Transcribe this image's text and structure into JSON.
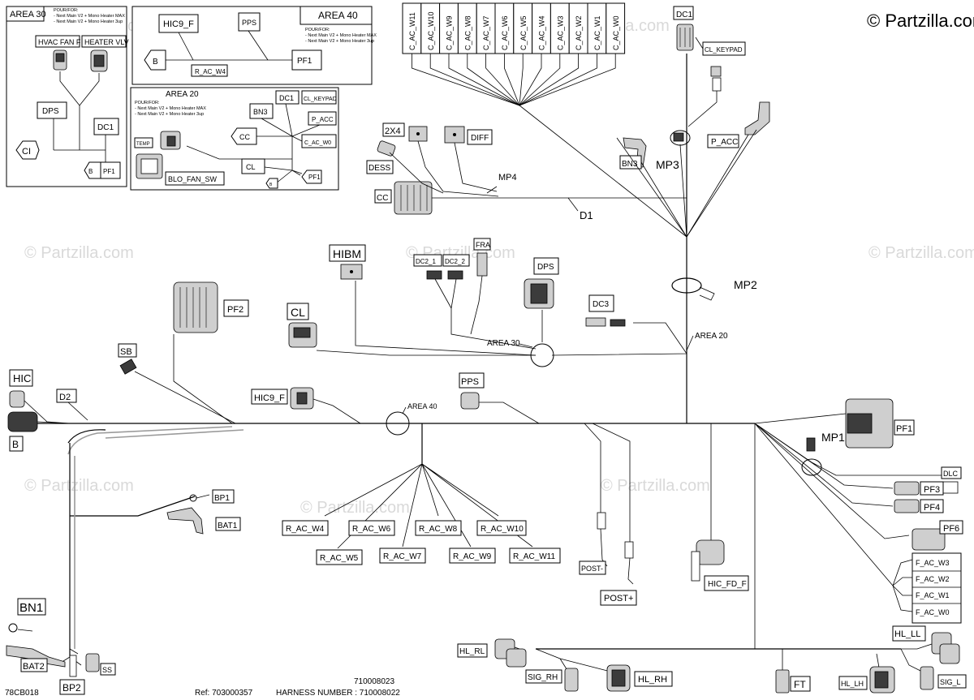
{
  "copyright": "© Partzilla.com",
  "watermark": "© Partzilla.com",
  "inset_area30": {
    "title": "AREA 30",
    "note": [
      "POUR/FOR:",
      "- Next Main V2 + Mono Heater MAX",
      "- Next Main V2 + Mono Heater 3up"
    ],
    "labels": {
      "hvac_fan": "HVAC FAN F",
      "heater_vlv": "HEATER VLV",
      "dps": "DPS",
      "dc1": "DC1",
      "ci": "CI",
      "b": "B",
      "pf1": "PF1"
    }
  },
  "inset_area40": {
    "title": "AREA 40",
    "note": [
      "POUR/FOR:",
      "- Next Main V2 + Mono Heater MAX",
      "- Next Main V2 + Mono Heater 3up"
    ],
    "labels": {
      "hic9f": "HIC9_F",
      "pps": "PPS",
      "b": "B",
      "pf1": "PF1",
      "racw4": "R_AC_W4"
    }
  },
  "inset_area20": {
    "title": "AREA 20",
    "note": [
      "POUR/FOR:",
      "- Next Main V2 + Mono Heater MAX",
      "- Next Main V2 + Mono Heater 3up"
    ],
    "labels": {
      "dc1": "DC1",
      "cl_keypad": "CL_KEYPAD",
      "bn3": "BN3",
      "p_acc": "P_ACC",
      "cc": "CC",
      "c_ac_w0": "C_AC_W0",
      "temp": "TEMP",
      "cl": "CL",
      "blo_fan_sw": "BLO_FAN_SW",
      "b": "B",
      "pf1": "PF1"
    }
  },
  "c_ac_connectors": [
    "C_AC_W11",
    "C_AC_W10",
    "C_AC_W9",
    "C_AC_W8",
    "C_AC_W7",
    "C_AC_W6",
    "C_AC_W5",
    "C_AC_W4",
    "C_AC_W3",
    "C_AC_W2",
    "C_AC_W1",
    "C_AC_W0"
  ],
  "labels": {
    "dc1": "DC1",
    "cl_keypad": "CL_KEYPAD",
    "p_acc": "P_ACC",
    "bn3": "BN3",
    "mp3": "MP3",
    "x2x4": "2X4",
    "diff": "DIFF",
    "dess": "DESS",
    "mp4": "MP4",
    "cc": "CC",
    "d1": "D1",
    "hibm": "HIBM",
    "dc2_1": "DC2_1",
    "dc2_2": "DC2_2",
    "fra": "FRA",
    "dps": "DPS",
    "mp2": "MP2",
    "pf2": "PF2",
    "cl": "CL",
    "dc3": "DC3",
    "area30": "AREA 30",
    "area20": "AREA 20",
    "sb": "SB",
    "hic": "HIC",
    "d2": "D2",
    "b": "B",
    "hic9f": "HIC9_F",
    "pps": "PPS",
    "area40": "AREA 40",
    "pf1": "PF1",
    "mp1": "MP1",
    "dlc": "DLC",
    "pf3": "PF3",
    "pf4": "PF4",
    "pf6": "PF6",
    "f_ac_w3": "F_AC_W3",
    "f_ac_w2": "F_AC_W2",
    "f_ac_w1": "F_AC_W1",
    "f_ac_w0": "F_AC_W0",
    "bp1": "BP1",
    "bat1": "BAT1",
    "bn1": "BN1",
    "bat2": "BAT2",
    "bp2": "BP2",
    "ss": "SS",
    "r_ac_w4": "R_AC_W4",
    "r_ac_w6": "R_AC_W6",
    "r_ac_w8": "R_AC_W8",
    "r_ac_w10": "R_AC_W10",
    "r_ac_w5": "R_AC_W5",
    "r_ac_w7": "R_AC_W7",
    "r_ac_w9": "R_AC_W9",
    "r_ac_w11": "R_AC_W11",
    "post_minus": "POST-",
    "post_plus": "POST+",
    "hic_fd_f": "HIC_FD_F",
    "hl_rl": "HL_RL",
    "sig_rh": "SIG_RH",
    "hl_rh": "HL_RH",
    "ft": "FT",
    "hl_ll": "HL_LL",
    "hl_lh": "HL_LH",
    "sig_l": "SIG_L"
  },
  "footer": {
    "code": "78CB018",
    "ref": "Ref:  703000357",
    "harness_label": "HARNESS NUMBER : 710008022",
    "number_top": "710008023"
  }
}
